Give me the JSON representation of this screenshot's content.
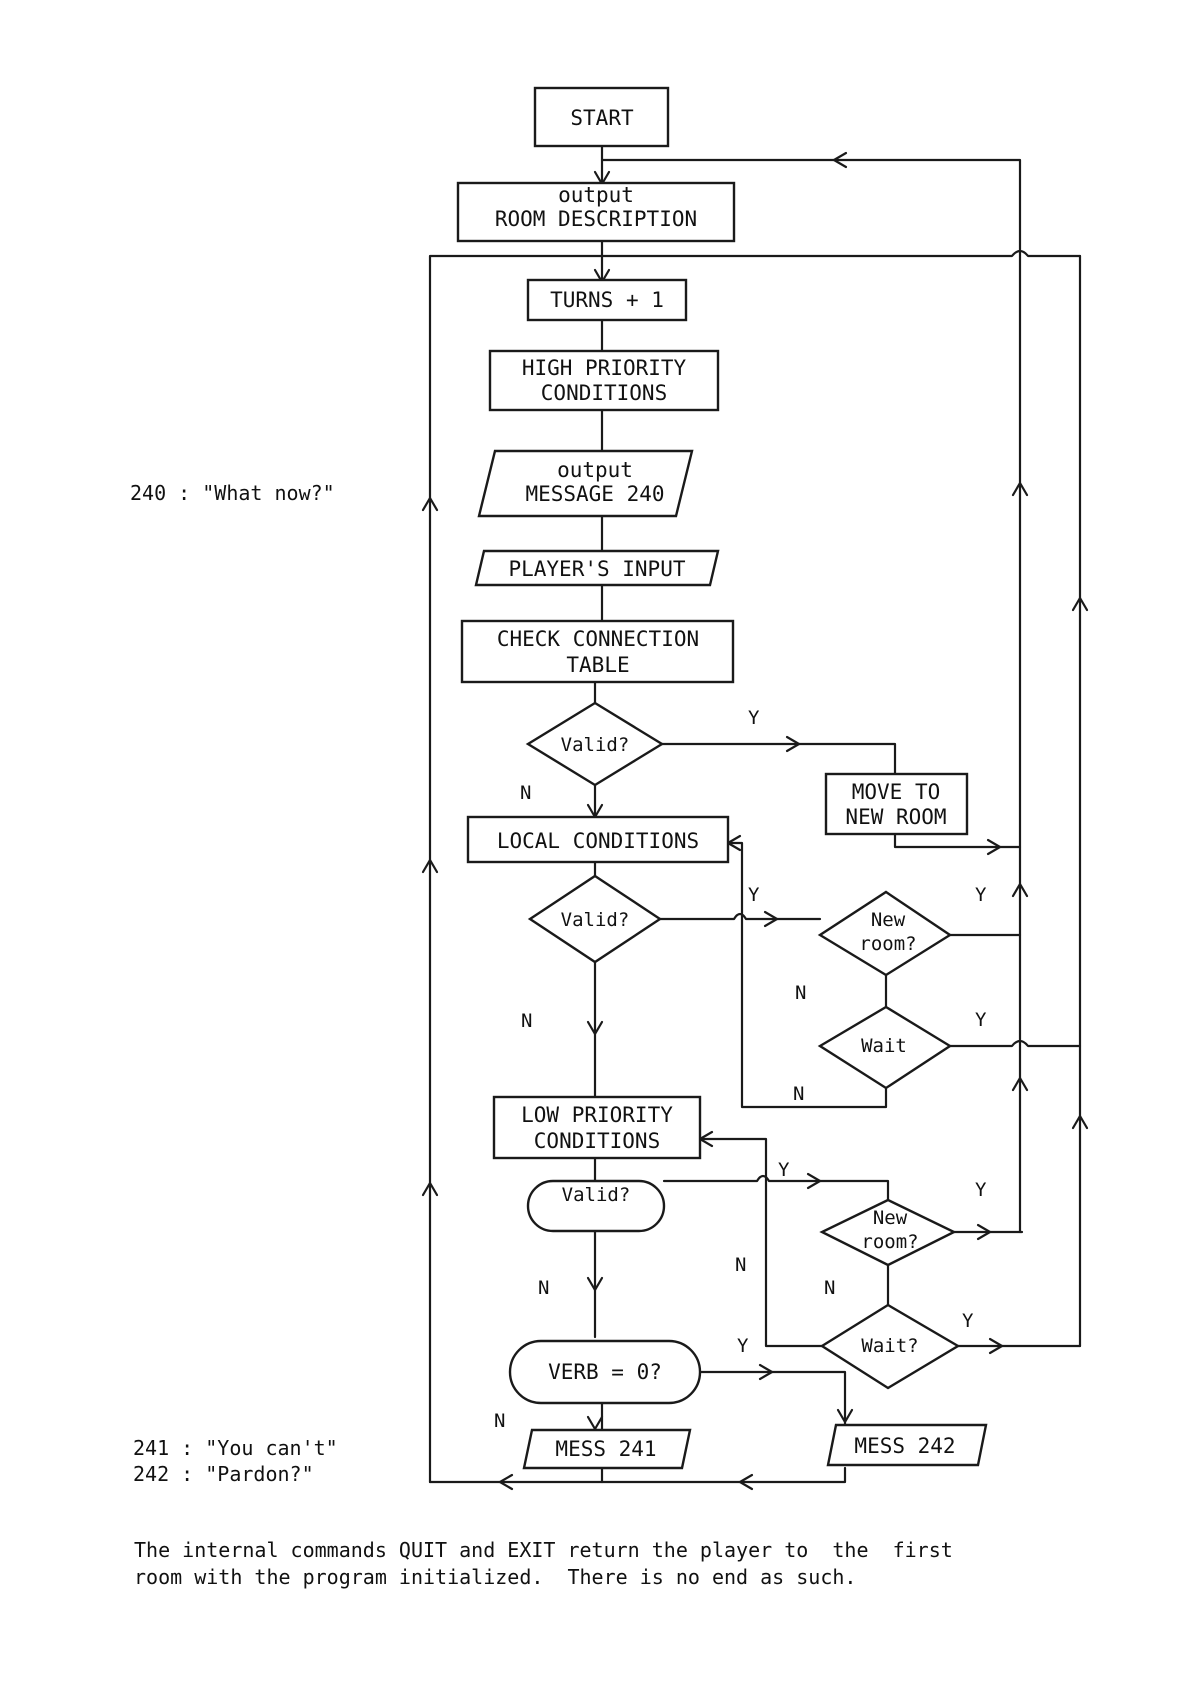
{
  "nodes": {
    "start": "START",
    "room_desc": [
      "output",
      "ROOM DESCRIPTION"
    ],
    "turns": "TURNS + 1",
    "high_priority": [
      "HIGH PRIORITY",
      "CONDITIONS"
    ],
    "message_240": [
      "output",
      "MESSAGE 240"
    ],
    "player_input": "PLAYER'S INPUT",
    "check_connection": [
      "CHECK CONNECTION",
      "TABLE"
    ],
    "valid_1": "Valid?",
    "move_to_new_room": [
      "MOVE TO",
      "NEW ROOM"
    ],
    "local_conditions": "LOCAL CONDITIONS",
    "valid_2": "Valid?",
    "new_room_1": [
      "New",
      "room?"
    ],
    "wait_1": "Wait",
    "low_priority": [
      "LOW PRIORITY",
      "CONDITIONS"
    ],
    "valid_3": "Valid?",
    "new_room_2": [
      "New",
      "room?"
    ],
    "wait_2": "Wait?",
    "verb_zero": "VERB = 0?",
    "mess_241": "MESS 241",
    "mess_242": "MESS 242"
  },
  "branch_labels": {
    "yes": "Y",
    "no": "N"
  },
  "messages": {
    "m240": "240 : \"What now?\"",
    "m241": "241 : \"You can't\"",
    "m242": "242 : \"Pardon?\""
  },
  "footnote": [
    "The internal commands QUIT and EXIT return the player to  the  first",
    "room with the program initialized.  There is no end as such."
  ]
}
